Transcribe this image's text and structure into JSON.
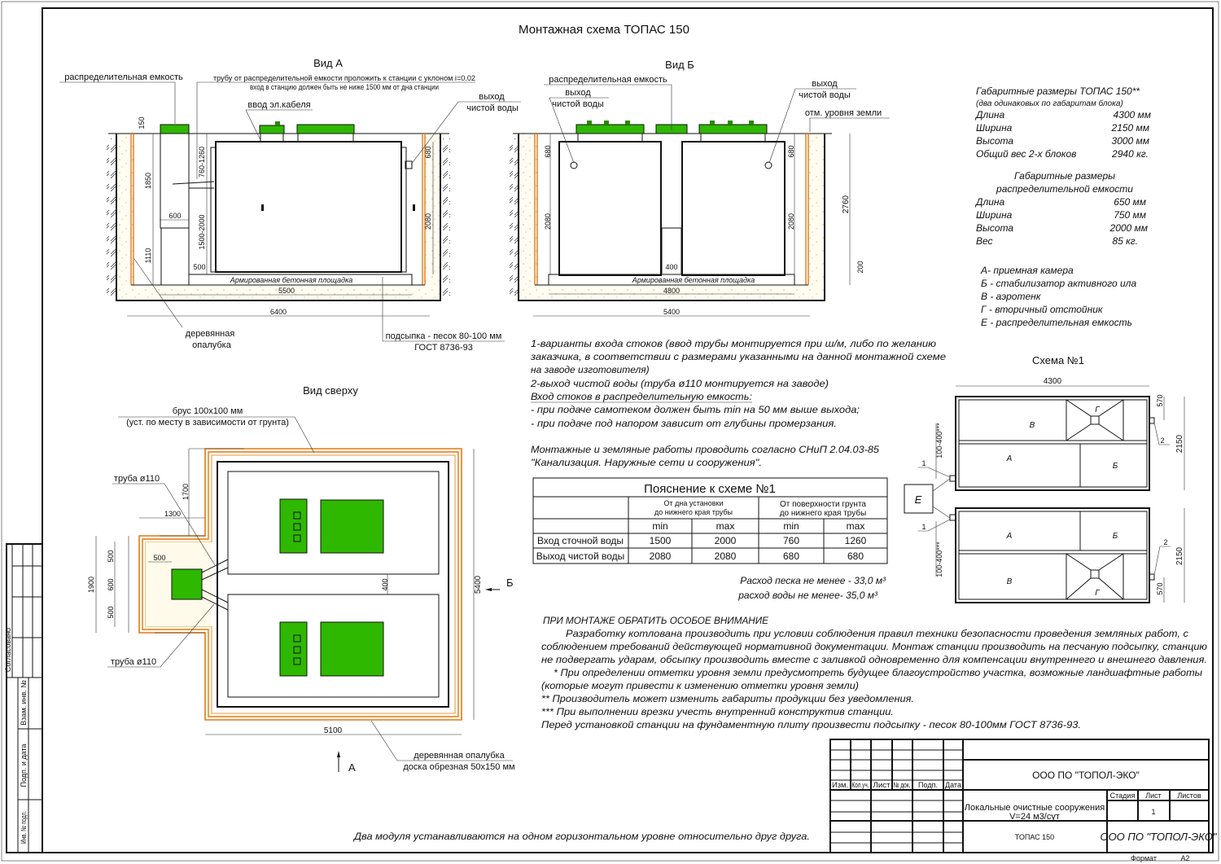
{
  "title": "Монтажная схема ТОПАС 150",
  "view_a": {
    "title": "Вид А",
    "dist_tank": "распределительная емкость",
    "pipe_note_1": "трубу от распределительной емкости проложить к станции с уклоном i=0.02",
    "pipe_note_2": "вход в станцию должен быть не ниже 1500 мм от дна станции",
    "cable": "ввод эл.кабеля",
    "outlet_1": "выход",
    "outlet_2": "чистой воды",
    "slab": "Армированная бетонная площадка",
    "formwork_1": "деревянная",
    "formwork_2": "опалубка",
    "sand_1": "подсыпка - песок 80-100 мм",
    "sand_2": "ГОСТ 8736-93",
    "dims": {
      "d150": "150",
      "d1850": "1850",
      "d1110": "1110",
      "d600": "600",
      "d760": "760-1260",
      "d1500": "1500-2000",
      "d500": "500",
      "d680": "680",
      "d2080": "2080",
      "d5500": "5500",
      "d6400": "6400"
    }
  },
  "view_b": {
    "title": "Вид Б",
    "dist_tank": "распределительная емкость",
    "outlet_1": "выход",
    "outlet_2": "чистой воды",
    "ground": "отм. уровня земли",
    "slab": "Армированная бетонная площадка",
    "dims": {
      "d680": "680",
      "d2080": "2080",
      "d2760": "2760",
      "d200": "200",
      "d400": "400",
      "d4800": "4800",
      "d5400": "5400"
    }
  },
  "view_top": {
    "title": "Вид сверху",
    "beam_1": "брус 100х100 мм",
    "beam_2": "(уст. по месту в зависимости от грунта)",
    "pipe": "труба ø110",
    "form_1": "деревянная опалубка",
    "form_2": "доска обрезная 50х150 мм",
    "marker_a": "А",
    "marker_b": "Б",
    "dims": {
      "d1700": "1700",
      "d1300": "1300",
      "d500": "500",
      "d1900": "1900",
      "d600": "600",
      "d400": "400",
      "d5400": "5400",
      "d5100": "5100"
    }
  },
  "specs": {
    "title": "Габаритные размеры ТОПАС 150**",
    "subtitle": "(два одинаковых по габаритам блока)",
    "rows": [
      {
        "label": "Длина",
        "value": "4300 мм"
      },
      {
        "label": "Ширина",
        "value": "2150 мм"
      },
      {
        "label": "Высота",
        "value": "3000 мм"
      },
      {
        "label": "Общий вес 2-х блоков",
        "value": "2940 кг."
      }
    ],
    "tank_title_1": "Габаритные размеры",
    "tank_title_2": "распределительной емкости",
    "tank_rows": [
      {
        "label": "Длина",
        "value": "650 мм"
      },
      {
        "label": "Ширина",
        "value": "750 мм"
      },
      {
        "label": "Высота",
        "value": "2000 мм"
      },
      {
        "label": "Вес",
        "value": "85 кг."
      }
    ]
  },
  "legend": [
    "А- приемная  камера",
    "Б - стабилизатор активного ила",
    "В - аэротенк",
    "Г - вторичный отстойник",
    "Е - распределительная емкость"
  ],
  "notes": [
    "1-варианты входа  стоков (ввод трубы монтируется при ш/м, либо по желанию",
    "заказчика, в соответствии с размерами указанными на данной монтажной схеме",
    "на заводе изготовителя)",
    "2-выход чистой воды (труба ø110 монтируется на заводе)",
    "Вход стоков в распределительную емкость:",
    "- при подаче самотеком должен быть min на 50 мм выше выхода;",
    "- при подаче под напором зависит от глубины промерзания.",
    "Монтажные и земляные работы проводить согласно СНиП 2.04.03-85",
    "\"Канализация. Наружные сети и сооружения\"."
  ],
  "table": {
    "title": "Пояснение к схеме №1",
    "group_1": [
      "От дна установки",
      "до нижнего края трубы"
    ],
    "group_2": [
      "От поверхности грунта",
      "до нижнего края трубы"
    ],
    "sub": [
      "min",
      "max",
      "min",
      "max"
    ],
    "rows": [
      {
        "label": "Вход сточной воды",
        "values": [
          "1500",
          "2000",
          "760",
          "1260"
        ]
      },
      {
        "label": "Выход чистой воды",
        "values": [
          "2080",
          "2080",
          "680",
          "680"
        ]
      }
    ]
  },
  "consumption": [
    "Расход песка не менее - 33,0 м³",
    "расход воды не менее- 35,0 м³"
  ],
  "scheme": {
    "title": "Схема №1",
    "d4300": "4300",
    "d570": "570",
    "d2150": "2150",
    "d100_400": "100-400***",
    "inlet": "1",
    "outlet": "2",
    "A": "А",
    "B": "Б",
    "V": "В",
    "G": "Г",
    "E": "Е"
  },
  "attention": {
    "title": "ПРИ МОНТАЖЕ ОБРАТИТЬ ОСОБОЕ ВНИМАНИЕ",
    "lines": [
      "Разработку котлована производить при условии соблюдения правил техники безопасности проведения земляных работ, с",
      "соблюдением требований действующей нормативной документации. Монтаж станции производить на песчаную подсыпку, станцию",
      "не подвергать ударам, обсыпку производить вместе с заливкой одновременно для компенсации внутреннего и внешнего давления.",
      "* При определении отметки уровня земли предусмотреть будущее благоустройство участка, возможные ландшафтные работы",
      "(которые могут привести к изменению отметки уровня земли)",
      "** Производитель может изменить габариты продукции без уведомления.",
      "*** При выполнении врезки учесть внутренний конструктив станции.",
      "Перед установкой станции на фундаментную плиту произвести подсыпку - песок 80-100мм ГОСТ 8736-93."
    ]
  },
  "bottom_note": "Два модуля устанавливаются на одном горизонтальном уровне относительно друг друга.",
  "title_block": {
    "cols": [
      "Изм.",
      "Кол.уч.",
      "Лист",
      "№ док.",
      "Подп.",
      "Дата"
    ],
    "company": "ООО ПО \"ТОПОЛ-ЭКО\"",
    "project_1": "Локальные очистные сооружения",
    "project_2": "V=24 м3/сут",
    "stage": "Стадия",
    "sheet": "Лист",
    "sheets": "Листов",
    "sheet_no": "1",
    "product": "ТОПАС 150",
    "company_2": "ООО ПО \"ТОПОЛ-ЭКО\"",
    "format_label": "Формат",
    "format": "А2"
  },
  "side_stamps": {
    "agreed": "Согласовано",
    "inv_replace": "Взам. инв. №",
    "sign_date": "Подп. и дата",
    "inv_orig": "Инв. № подл."
  },
  "colors": {
    "green": "#2fb800",
    "orange": "#e07a1c"
  }
}
